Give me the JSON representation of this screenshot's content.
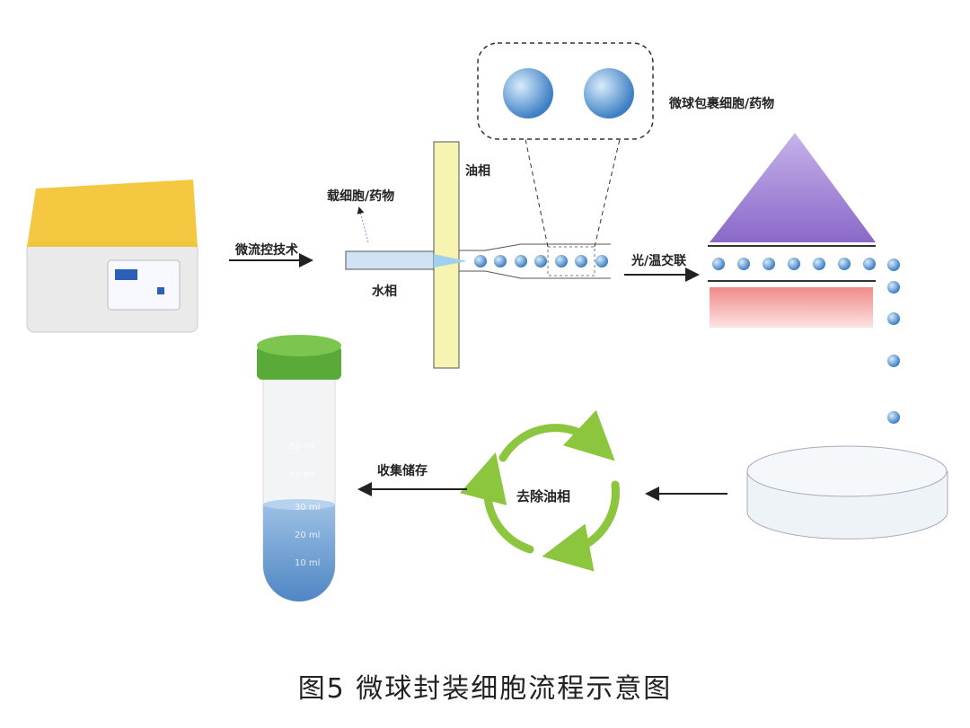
{
  "labels": {
    "microfluidic": "微流控技术",
    "oil_phase": "油相",
    "cell_drug_loaded": "载细胞/药物",
    "water_phase": "水相",
    "encapsulated": "微球包裹细胞/药物",
    "crosslink": "光/温交联",
    "remove_oil": "去除油相",
    "collect_store": "收集储存"
  },
  "tube_marks": [
    "50 ml",
    "40 ml",
    "30 ml",
    "20 ml",
    "10 ml"
  ],
  "caption": "图5 微球封装细胞流程示意图",
  "colors": {
    "droplet": "#5b9bd5",
    "channel": "#f7f3b0",
    "recycle": "#8cc63f",
    "light": "#9b7fd0",
    "heat": "#f6a0a0",
    "cap": "#5aaa3a"
  }
}
